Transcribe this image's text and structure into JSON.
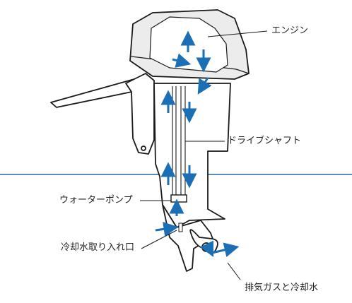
{
  "labels": {
    "engine": "エンジン",
    "drive_shaft": "ドライブシャフト",
    "water_pump": "ウォーターポンプ",
    "water_intake": "冷却水取り入れ口",
    "exhaust": "排気ガスと冷却水"
  },
  "colors": {
    "arrow": "#1a6fb5",
    "waterline": "#2a63a8",
    "outline": "#1a1a1a",
    "cover_shade": "#ececec"
  }
}
